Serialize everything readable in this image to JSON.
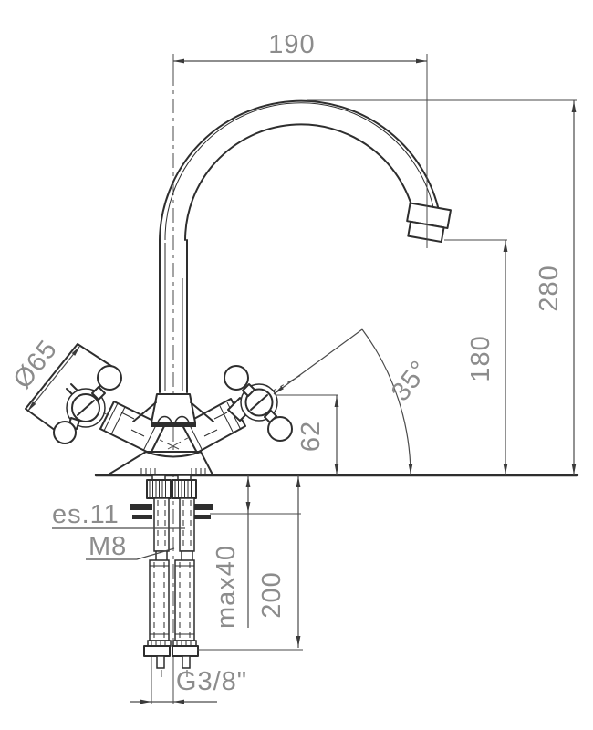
{
  "drawing": {
    "type": "technical-dimension-drawing",
    "subject": "deck-mounted basin mixer tap with cross handles and swan-neck spout, side elevation",
    "background_color": "#ffffff",
    "object_line_color": "#2e2e2e",
    "dimension_text_color": "#8c8c8c",
    "dimensions": {
      "spout_reach": "190",
      "total_height": "280",
      "spout_outlet_height": "180",
      "handle_height": "62",
      "handle_angle": "35°",
      "handle_diameter": "Ø65",
      "hex_key_size": "es.11",
      "stud_thread": "M8",
      "max_deck_thickness": "max40",
      "hose_length": "200",
      "inlet_connection": "G3/8\""
    }
  }
}
